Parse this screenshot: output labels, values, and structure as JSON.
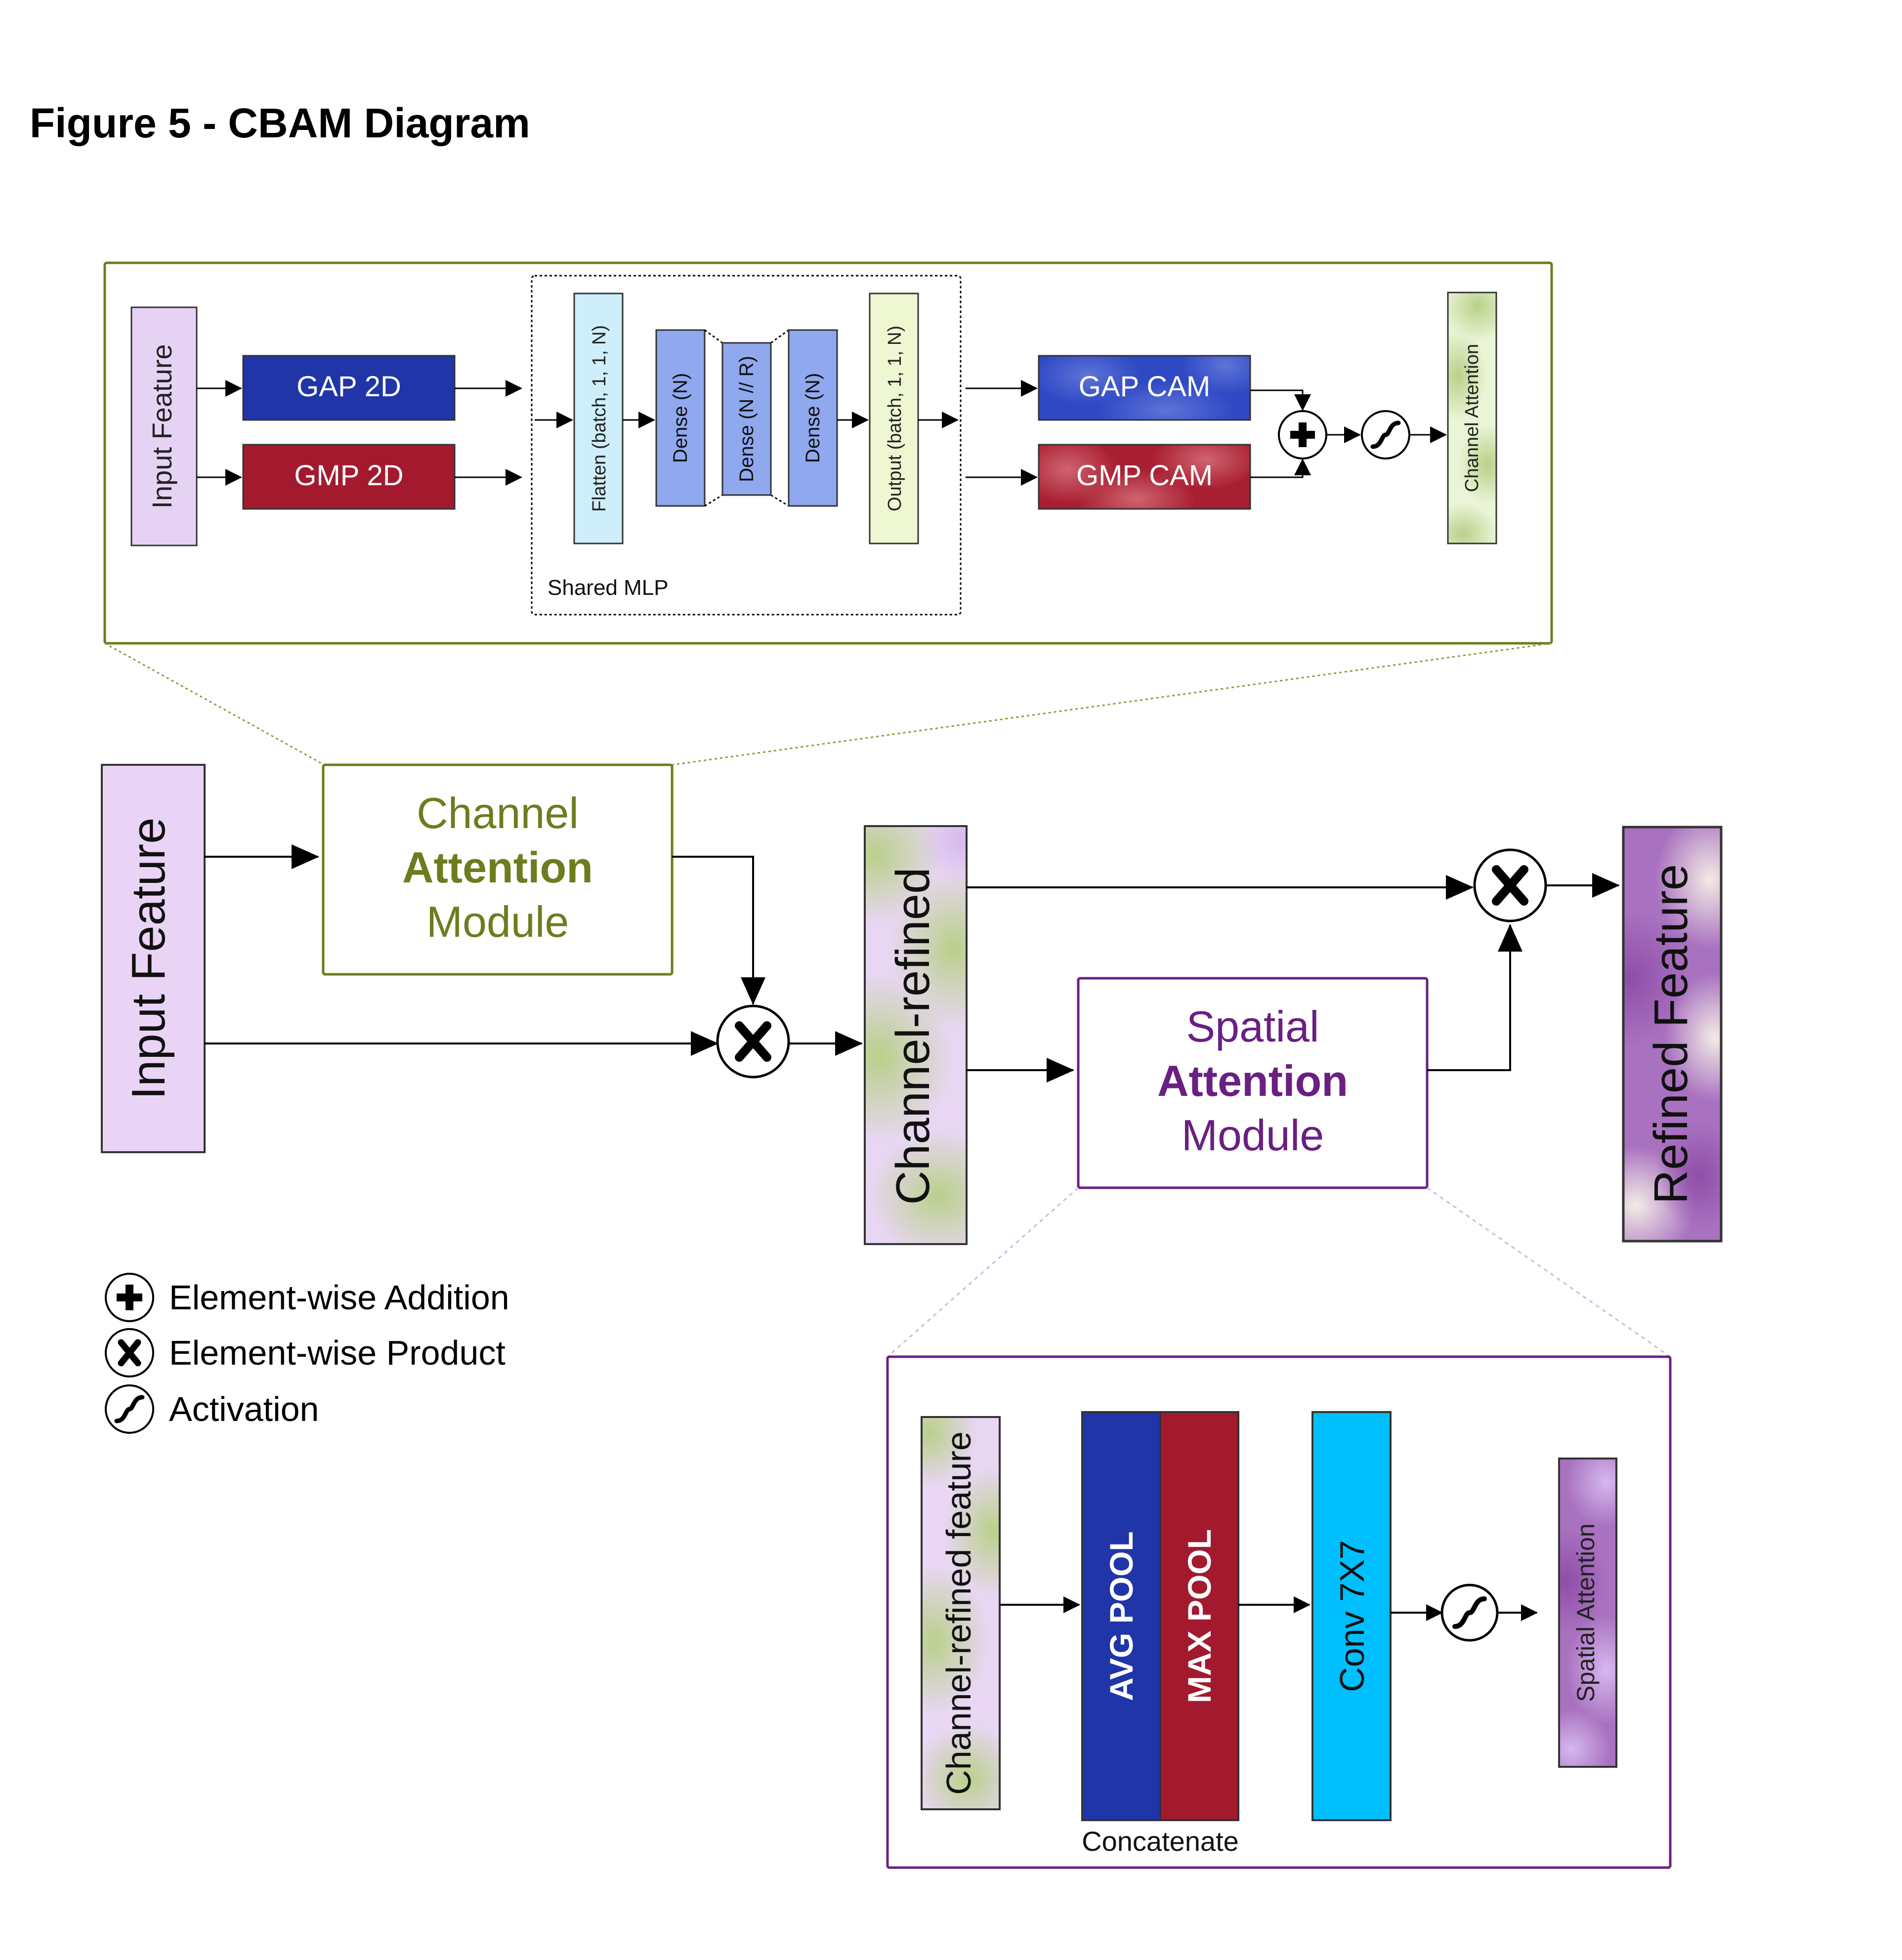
{
  "title": "Figure 5 - CBAM Diagram",
  "channel_detail": {
    "input_feature": "Input Feature",
    "gap2d": "GAP 2D",
    "gmp2d": "GMP 2D",
    "flatten": "Flatten (batch, 1, 1, N)",
    "dense_n_1": "Dense (N)",
    "dense_nr": "Dense (N // R)",
    "dense_n_2": "Dense (N)",
    "output": "Output (batch, 1, 1, N)",
    "shared_mlp": "Shared MLP",
    "gap_cam": "GAP CAM",
    "gmp_cam": "GMP CAM",
    "channel_attention": "Channel Attention"
  },
  "main": {
    "input_feature": "Input Feature",
    "cam_line1": "Channel",
    "cam_line2": "Attention",
    "cam_line3": "Module",
    "channel_refined": "Channel-refined",
    "sam_line1": "Spatial",
    "sam_line2": "Attention",
    "sam_line3": "Module",
    "refined_feature": "Refined Feature"
  },
  "legend": {
    "addition": "Element-wise Addition",
    "product": "Element-wise Product",
    "activation": "Activation"
  },
  "spatial_detail": {
    "channel_refined_feature": "Channel-refined feature",
    "avg_pool": "AVG POOL",
    "max_pool": "MAX POOL",
    "concatenate": "Concatenate",
    "conv": "Conv 7X7",
    "spatial_attention": "Spatial Attention"
  },
  "colors": {
    "green": "#6b7d1e",
    "purple": "#6a1f82",
    "blue": "#1f35a8",
    "red": "#a31a2e",
    "cyan": "#00bfff"
  },
  "icons": [
    "plus-circle-icon",
    "x-circle-icon",
    "sigmoid-circle-icon",
    "arrow-icon"
  ]
}
